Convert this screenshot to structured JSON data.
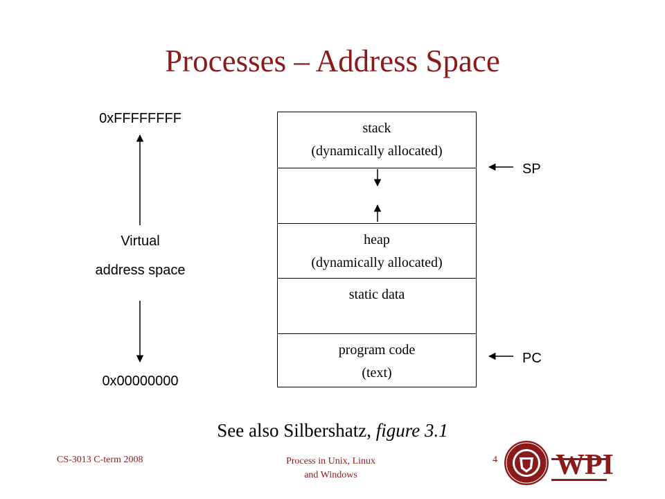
{
  "slide": {
    "title": "Processes – Address Space",
    "caption_prefix": "See also Silbershatz, ",
    "caption_italic": "figure 3.1"
  },
  "address_axis": {
    "top_address": "0xFFFFFFFF",
    "bottom_address": "0x00000000",
    "label_line1": "Virtual",
    "label_line2": "address space"
  },
  "memory_layout": {
    "stack_line1": "stack",
    "stack_line2": "(dynamically allocated)",
    "heap_line1": "heap",
    "heap_line2": "(dynamically allocated)",
    "static_data": "static data",
    "code_line1": "program code",
    "code_line2": "(text)"
  },
  "pointers": {
    "sp_label": "SP",
    "pc_label": "PC"
  },
  "footer": {
    "course": "CS-3013 C-term 2008",
    "topic_line1": "Process in Unix, Linux",
    "topic_line2": "and Windows",
    "page_number": "4",
    "logo_text": "WPI"
  },
  "colors": {
    "title": "#8b1a1a",
    "footer": "#8b1a1a",
    "logo": "#8b1a1a"
  }
}
